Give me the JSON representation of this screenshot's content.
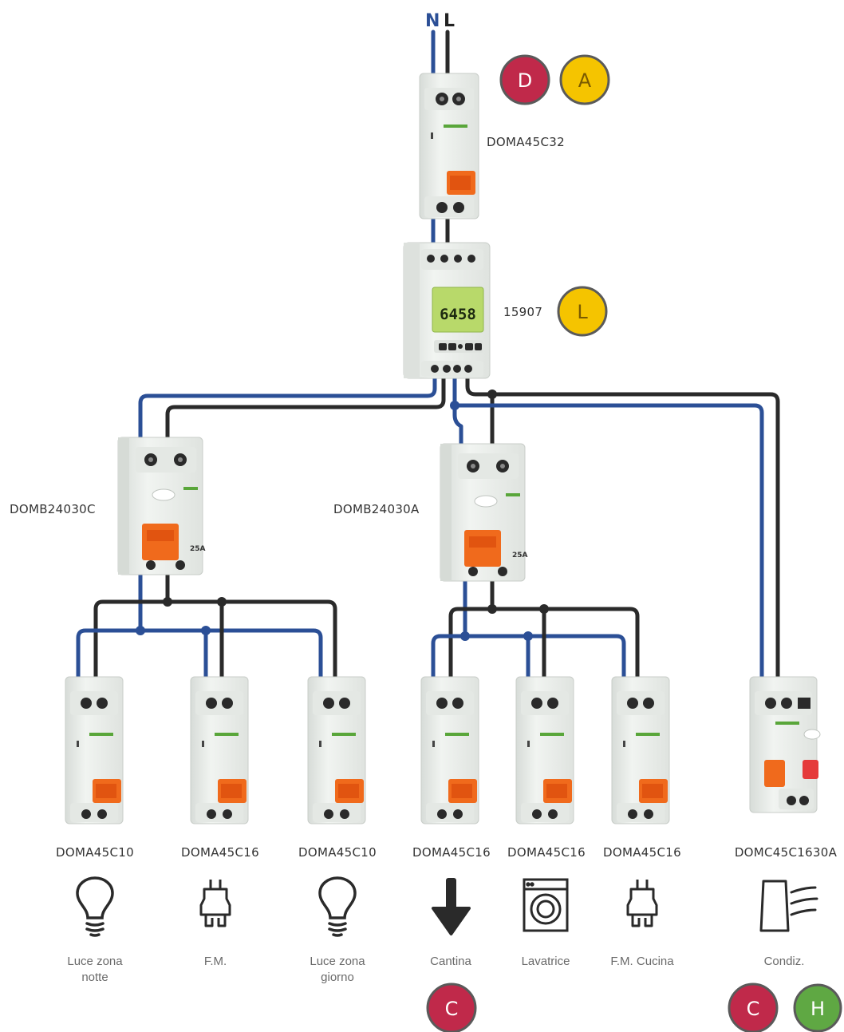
{
  "supply": {
    "neutral": "N",
    "line": "L"
  },
  "colors": {
    "neutral_wire": "#2b4f96",
    "line_wire": "#2a2a2a",
    "badge_red": "#c0294a",
    "badge_yellow": "#f5c400",
    "badge_green": "#5fa843",
    "device_body": "#eef1ee",
    "handle": "#f06a1c"
  },
  "main_breaker": {
    "code": "DOMA45C32",
    "badges": [
      "D",
      "A"
    ]
  },
  "meter": {
    "code": "15907",
    "display": "6458",
    "badges": [
      "L"
    ]
  },
  "rcds": [
    {
      "code": "DOMB24030C",
      "rating": "25A"
    },
    {
      "code": "DOMB24030A",
      "rating": "25A"
    }
  ],
  "circuits": [
    {
      "code": "DOMA45C10",
      "icon": "lightbulb-icon",
      "label_line1": "Luce zona",
      "label_line2": "notte"
    },
    {
      "code": "DOMA45C16",
      "icon": "plug-icon",
      "label_line1": "F.M.",
      "label_line2": ""
    },
    {
      "code": "DOMA45C10",
      "icon": "lightbulb-icon",
      "label_line1": "Luce zona",
      "label_line2": "giorno"
    },
    {
      "code": "DOMA45C16",
      "icon": "down-arrow-icon",
      "label_line1": "Cantina",
      "label_line2": "",
      "badges": [
        "C"
      ]
    },
    {
      "code": "DOMA45C16",
      "icon": "washing-machine-icon",
      "label_line1": "Lavatrice",
      "label_line2": ""
    },
    {
      "code": "DOMA45C16",
      "icon": "plug-icon",
      "label_line1": "F.M. Cucina",
      "label_line2": ""
    },
    {
      "code": "DOMC45C1630A",
      "icon": "air-conditioner-icon",
      "label_line1": "Condiz.",
      "label_line2": "",
      "badges": [
        "C",
        "H"
      ]
    }
  ]
}
